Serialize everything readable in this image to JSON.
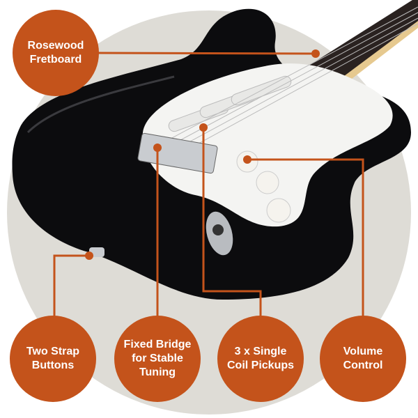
{
  "colors": {
    "accent": "#c4531b",
    "backdrop_circle": "#dedcd6",
    "body": "#0c0c0e",
    "pickguard": "#f4f4f2"
  },
  "callouts": [
    {
      "id": "fretboard",
      "label": "Rosewood Fretboard"
    },
    {
      "id": "strap",
      "label": "Two Strap Buttons"
    },
    {
      "id": "bridge",
      "label": "Fixed Bridge for Stable Tuning"
    },
    {
      "id": "pickups",
      "label": "3 x Single Coil Pickups"
    },
    {
      "id": "volume",
      "label": "Volume Control"
    }
  ]
}
